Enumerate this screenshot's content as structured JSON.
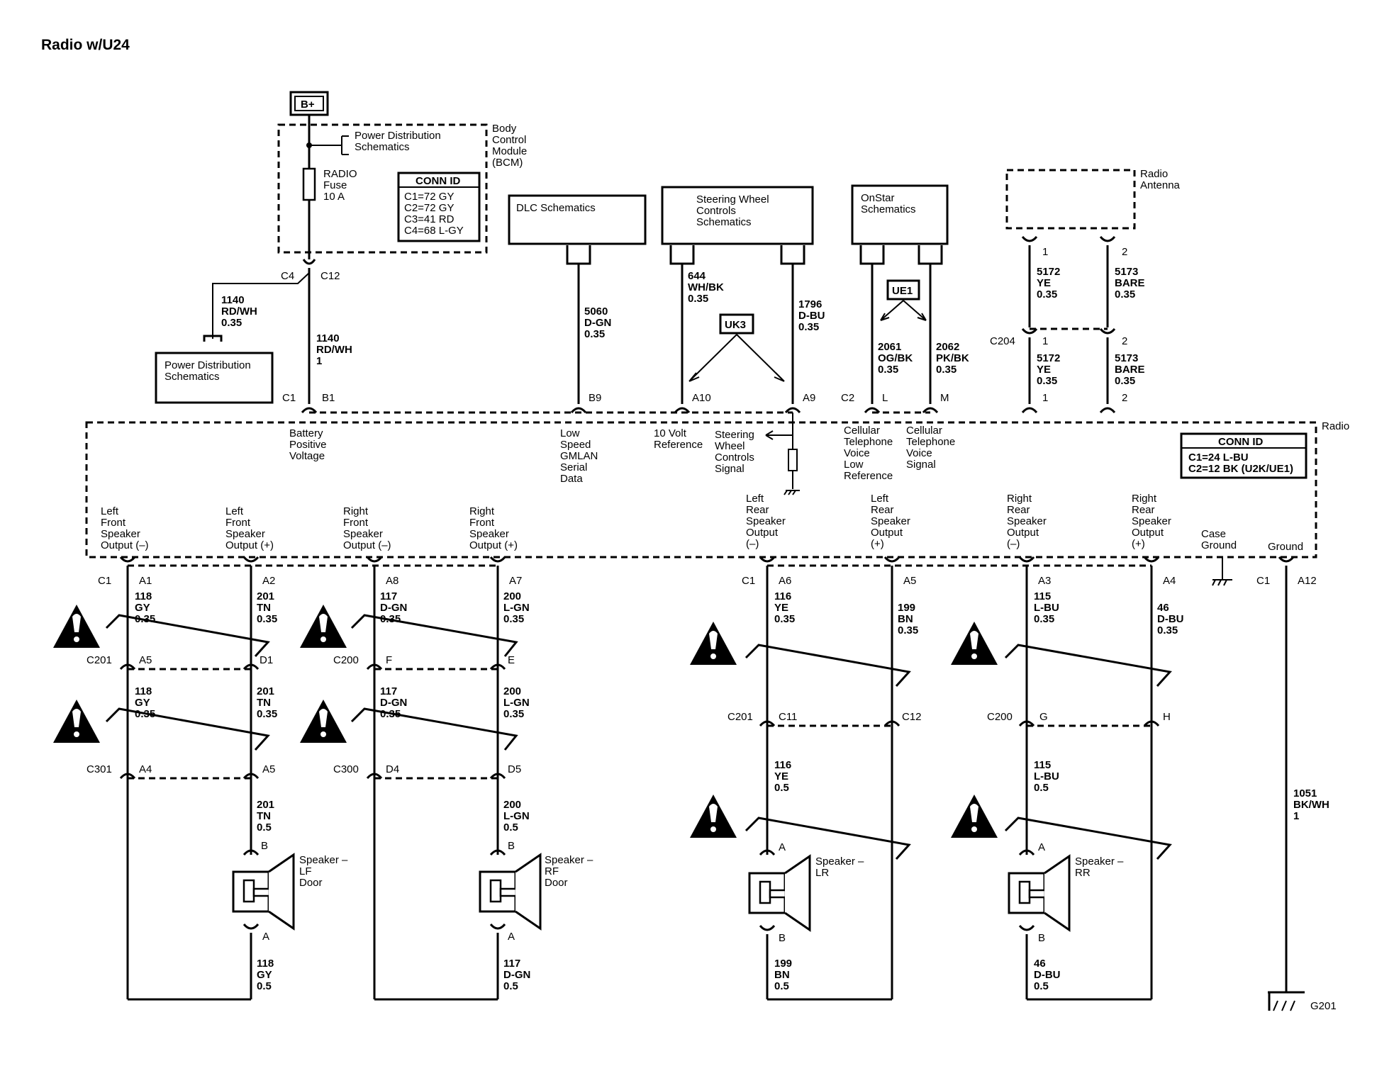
{
  "title": "Radio w/U24",
  "bplus": "B+",
  "bcm": {
    "label": [
      "Body",
      "Control",
      "Module",
      "(BCM)"
    ],
    "pwr_dist": [
      "Power Distribution",
      "Schematics"
    ],
    "fuse": [
      "RADIO",
      "Fuse",
      "10 A"
    ],
    "conn_id_title": "CONN ID",
    "conn_id": [
      "C1=72 GY",
      "C2=72 GY",
      "C3=41 RD",
      "C4=68 L-GY"
    ],
    "c4": "C4",
    "c12": "C12"
  },
  "pwr_dist_box": [
    "Power Distribution",
    "Schematics"
  ],
  "wire_1140_left": [
    "1140",
    "RD/WH",
    "0.35"
  ],
  "wire_1140_right": [
    "1140",
    "RD/WH",
    "1"
  ],
  "dlc": {
    "label": "DLC Schematics",
    "wire": [
      "5060",
      "D-GN",
      "0.35"
    ]
  },
  "swc": {
    "label": [
      "Steering Wheel",
      "Controls",
      "Schematics"
    ],
    "wire_left": [
      "644",
      "WH/BK",
      "0.35"
    ],
    "wire_right": [
      "1796",
      "D-BU",
      "0.35"
    ],
    "option": "UK3"
  },
  "onstar": {
    "label": [
      "OnStar",
      "Schematics"
    ],
    "option": "UE1",
    "wire_left": [
      "2061",
      "OG/BK",
      "0.35"
    ],
    "wire_right": [
      "2062",
      "PK/BK",
      "0.35"
    ]
  },
  "antenna": {
    "label": [
      "Radio",
      "Antenna"
    ],
    "pin1": "1",
    "pin2": "2",
    "c204": "C204",
    "w1": [
      "5172",
      "YE",
      "0.35"
    ],
    "w2": [
      "5173",
      "BARE",
      "0.35"
    ]
  },
  "radio": {
    "label": "Radio",
    "conn_id_title": "CONN ID",
    "conn_id": [
      "C1=24 L-BU",
      "C2=12 BK (U2K/UE1)"
    ],
    "top_pins": {
      "c1": "C1",
      "b1": "B1",
      "b9": "B9",
      "a10": "A10",
      "a9": "A9",
      "c2": "C2",
      "l": "L",
      "m": "M",
      "p1": "1",
      "p2": "2"
    },
    "funcs": {
      "batt": [
        "Battery",
        "Positive",
        "Voltage"
      ],
      "gmlan": [
        "Low",
        "Speed",
        "GMLAN",
        "Serial",
        "Data"
      ],
      "ref10": [
        "10 Volt",
        "Reference"
      ],
      "swc_sig": [
        "Steering",
        "Wheel",
        "Controls",
        "Signal"
      ],
      "cell_low": [
        "Cellular",
        "Telephone",
        "Voice",
        "Low",
        "Reference"
      ],
      "cell_sig": [
        "Cellular",
        "Telephone",
        "Voice",
        "Signal"
      ],
      "lf_neg": [
        "Left",
        "Front",
        "Speaker",
        "Output (–)"
      ],
      "lf_pos": [
        "Left",
        "Front",
        "Speaker",
        "Output (+)"
      ],
      "rf_neg": [
        "Right",
        "Front",
        "Speaker",
        "Output (–)"
      ],
      "rf_pos": [
        "Right",
        "Front",
        "Speaker",
        "Output (+)"
      ],
      "lr_neg": [
        "Left",
        "Rear",
        "Speaker",
        "Output",
        "(–)"
      ],
      "lr_pos": [
        "Left",
        "Rear",
        "Speaker",
        "Output",
        "(+)"
      ],
      "rr_neg": [
        "Right",
        "Rear",
        "Speaker",
        "Output",
        "(–)"
      ],
      "rr_pos": [
        "Right",
        "Rear",
        "Speaker",
        "Output",
        "(+)"
      ],
      "case_gnd": [
        "Case",
        "Ground"
      ],
      "gnd": "Ground"
    }
  },
  "front": {
    "pins": {
      "c1a": "C1",
      "a1": "A1",
      "a2": "A2",
      "a8": "A8",
      "a7": "A7"
    },
    "c201": "C201",
    "a5": "A5",
    "d1": "D1",
    "c200": "C200",
    "f": "F",
    "e": "E",
    "c301": "C301",
    "a4": "A4",
    "a5b": "A5",
    "c300": "C300",
    "d4": "D4",
    "d5": "D5",
    "w118a": [
      "118",
      "GY",
      "0.35"
    ],
    "w201a": [
      "201",
      "TN",
      "0.35"
    ],
    "w117a": [
      "117",
      "D-GN",
      "0.35"
    ],
    "w200a": [
      "200",
      "L-GN",
      "0.35"
    ],
    "w118b": [
      "118",
      "GY",
      "0.35"
    ],
    "w201b": [
      "201",
      "TN",
      "0.35"
    ],
    "w117b": [
      "117",
      "D-GN",
      "0.35"
    ],
    "w200b": [
      "200",
      "L-GN",
      "0.35"
    ],
    "w201c": [
      "201",
      "TN",
      "0.5"
    ],
    "w200c": [
      "200",
      "L-GN",
      "0.5"
    ],
    "w118c": [
      "118",
      "GY",
      "0.5"
    ],
    "w117c": [
      "117",
      "D-GN",
      "0.5"
    ],
    "spk_lf": [
      "Speaker –",
      "LF",
      "Door"
    ],
    "spk_rf": [
      "Speaker –",
      "RF",
      "Door"
    ],
    "pin_b": "B",
    "pin_a": "A"
  },
  "rear": {
    "c1": "C1",
    "a6": "A6",
    "a5": "A5",
    "a3": "A3",
    "a4": "A4",
    "c201": "C201",
    "c11": "C11",
    "c12": "C12",
    "c200": "C200",
    "g": "G",
    "h": "H",
    "w116a": [
      "116",
      "YE",
      "0.35"
    ],
    "w199a": [
      "199",
      "BN",
      "0.35"
    ],
    "w115a": [
      "115",
      "L-BU",
      "0.35"
    ],
    "w46a": [
      "46",
      "D-BU",
      "0.35"
    ],
    "w116b": [
      "116",
      "YE",
      "0.5"
    ],
    "w115b": [
      "115",
      "L-BU",
      "0.5"
    ],
    "w199b": [
      "199",
      "BN",
      "0.5"
    ],
    "w46b": [
      "46",
      "D-BU",
      "0.5"
    ],
    "spk_lr": [
      "Speaker –",
      "LR"
    ],
    "spk_rr": [
      "Speaker –",
      "RR"
    ],
    "pin_a": "A",
    "pin_b": "B"
  },
  "ground": {
    "c1": "C1",
    "a12": "A12",
    "wire": [
      "1051",
      "BK/WH",
      "1"
    ],
    "g201": "G201"
  },
  "warning_icon": "caution-triangle-icon"
}
